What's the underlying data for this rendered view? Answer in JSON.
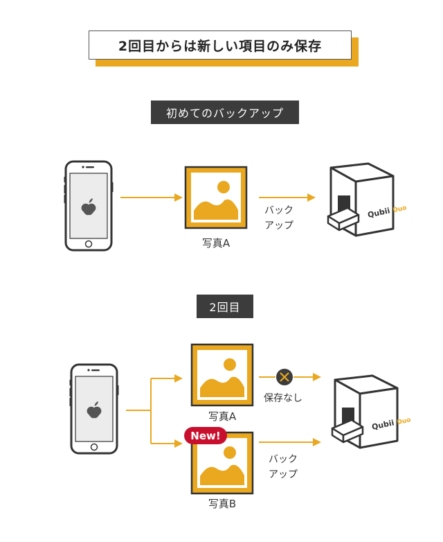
{
  "title": "2回目からは新しい項目のみ保存",
  "first_section": {
    "label": "初めてのバックアップ",
    "photo_caption": "写真A",
    "action_line1": "バック",
    "action_line2": "アップ"
  },
  "second_section": {
    "label": "2回目",
    "photo_a_caption": "写真A",
    "skip_label": "保存なし",
    "photo_b_caption": "写真B",
    "new_badge": "New!",
    "action_line1": "バック",
    "action_line2": "アップ"
  },
  "device": {
    "brand": "Qubii",
    "model": "Duo"
  },
  "colors": {
    "accent": "#e9a820",
    "dark": "#3c3c3c",
    "badge": "#c8102e"
  }
}
